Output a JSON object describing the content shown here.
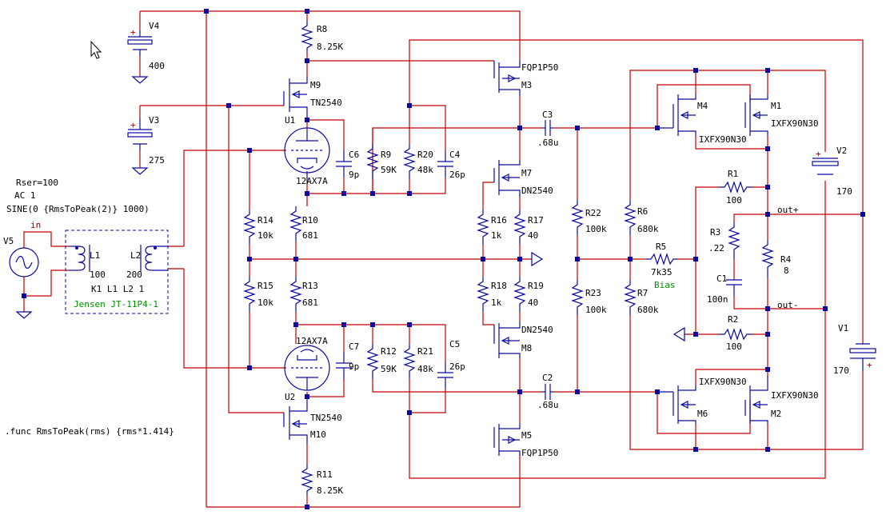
{
  "components": {
    "V4": {
      "ref": "V4",
      "value": "400"
    },
    "V3": {
      "ref": "V3",
      "value": "275"
    },
    "V5": {
      "ref": "V5"
    },
    "V1": {
      "ref": "V1",
      "value": "170"
    },
    "V2": {
      "ref": "V2",
      "value": "170"
    },
    "R8": {
      "ref": "R8",
      "value": "8.25K"
    },
    "R11": {
      "ref": "R11",
      "value": "8.25K"
    },
    "M9": {
      "ref": "M9",
      "value": "TN2540"
    },
    "M10": {
      "ref": "M10",
      "value": "TN2540"
    },
    "U1": {
      "ref": "U1",
      "value": "12AX7A"
    },
    "U2": {
      "ref": "U2",
      "value": "12AX7A"
    },
    "C6": {
      "ref": "C6",
      "value": "9p"
    },
    "C7": {
      "ref": "C7",
      "value": "9p"
    },
    "R9": {
      "ref": "R9",
      "value": "59K"
    },
    "R12": {
      "ref": "R12",
      "value": "59K"
    },
    "R20": {
      "ref": "R20",
      "value": "48k"
    },
    "R21": {
      "ref": "R21",
      "value": "48k"
    },
    "C4": {
      "ref": "C4",
      "value": "26p"
    },
    "C5": {
      "ref": "C5",
      "value": "26p"
    },
    "R14": {
      "ref": "R14",
      "value": "10k"
    },
    "R15": {
      "ref": "R15",
      "value": "10k"
    },
    "R10": {
      "ref": "R10",
      "value": "681"
    },
    "R13": {
      "ref": "R13",
      "value": "681"
    },
    "M3": {
      "ref": "M3",
      "value": "FQP1P50"
    },
    "M5": {
      "ref": "M5",
      "value": "FQP1P50"
    },
    "M7": {
      "ref": "M7",
      "value": "DN2540"
    },
    "M8": {
      "ref": "M8",
      "value": "DN2540"
    },
    "R16": {
      "ref": "R16",
      "value": "1k"
    },
    "R18": {
      "ref": "R18",
      "value": "1k"
    },
    "R17": {
      "ref": "R17",
      "value": "40"
    },
    "R19": {
      "ref": "R19",
      "value": "40"
    },
    "C3": {
      "ref": "C3",
      "value": ".68u"
    },
    "C2": {
      "ref": "C2",
      "value": ".68u"
    },
    "R22": {
      "ref": "R22",
      "value": "100k"
    },
    "R23": {
      "ref": "R23",
      "value": "100k"
    },
    "R6": {
      "ref": "R6",
      "value": "680k"
    },
    "R7": {
      "ref": "R7",
      "value": "680k"
    },
    "R5": {
      "ref": "R5",
      "value": "7k35",
      "note": "Bias"
    },
    "M4": {
      "ref": "M4",
      "value": "IXFX90N30"
    },
    "M1": {
      "ref": "M1",
      "value": "IXFX90N30"
    },
    "M6": {
      "ref": "M6",
      "value": "IXFX90N30"
    },
    "M2": {
      "ref": "M2",
      "value": "IXFX90N30"
    },
    "R1": {
      "ref": "R1",
      "value": "100"
    },
    "R2": {
      "ref": "R2",
      "value": "100"
    },
    "R3": {
      "ref": "R3",
      "value": ".22"
    },
    "R4": {
      "ref": "R4",
      "value": "8"
    },
    "C1": {
      "ref": "C1",
      "value": "100n"
    },
    "L1": {
      "ref": "L1",
      "value": "100"
    },
    "L2": {
      "ref": "L2",
      "value": "200"
    }
  },
  "nets": {
    "in": "in",
    "out_plus": "out+",
    "out_minus": "out-"
  },
  "source_text": {
    "line1": "Rser=100",
    "line2": "AC 1",
    "line3": "SINE(0 {RmsToPeak(2)} 1000)"
  },
  "transformer": {
    "coupling": "K1 L1 L2 1",
    "label": "Jensen JT-11P4-1"
  },
  "directive": ".func RmsToPeak(rms) {rms*1.414}",
  "colors": {
    "wire": "#c00000",
    "component": "#0a0aa0",
    "text": "#000000",
    "note": "#009000"
  }
}
